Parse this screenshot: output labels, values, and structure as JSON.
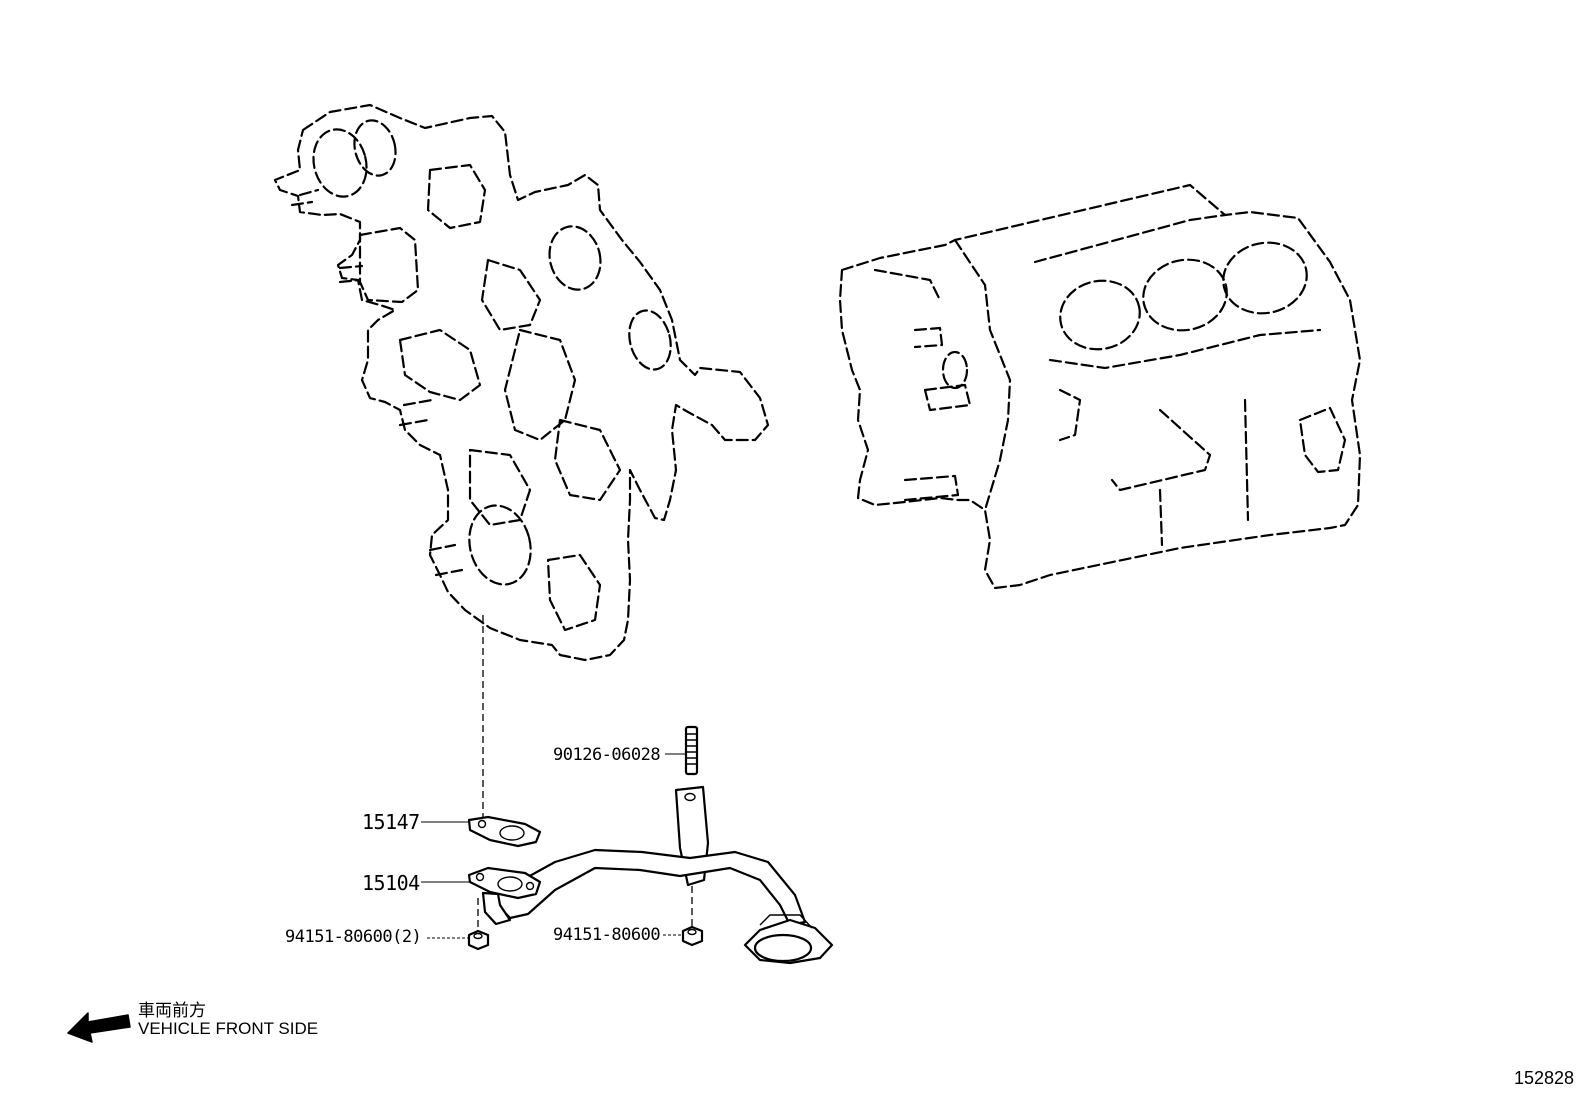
{
  "callouts": {
    "stud": "90126-06028",
    "gasket": "15147",
    "strainer": "15104",
    "nut_left": "94151-80600(2)",
    "nut_right": "94151-80600"
  },
  "orientation": {
    "caption_jp": "車両前方",
    "caption_en": "VEHICLE FRONT SIDE"
  },
  "figure_number": "152828"
}
